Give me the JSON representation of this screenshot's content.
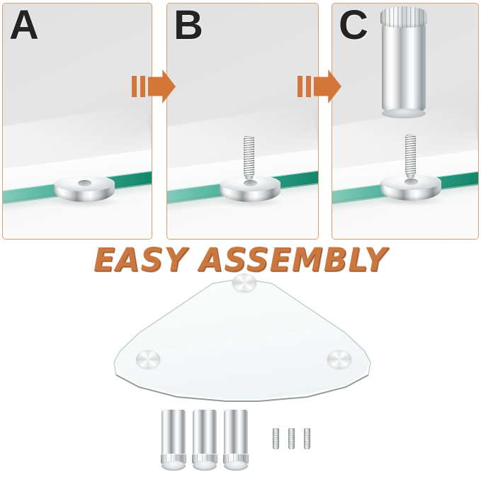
{
  "graphic": {
    "type": "product-assembly-infographic",
    "product": "Tempered glass corner shelf with chrome standoff mounting hardware",
    "background_color": "#ffffff",
    "accent_color": "#d4763a",
    "headline_color": "#cb7840",
    "panel_border_color": "#d8a071",
    "glass_edge_color": "#15886c",
    "chrome_color": "#d6dadc"
  },
  "headline": {
    "text": "EASY ASSEMBLY"
  },
  "steps": [
    {
      "letter": "A",
      "alt": "Chrome disc base mounted flush on the green-edged tempered glass shelf",
      "has_puck": true,
      "has_stud": false,
      "has_barrel": false
    },
    {
      "letter": "B",
      "alt": "Threaded stud screwed into the chrome disc base on the glass shelf",
      "has_puck": true,
      "has_stud": true,
      "has_barrel": false
    },
    {
      "letter": "C",
      "alt": "Tall chrome standoff barrel lowered onto the threaded stud and disc base",
      "has_puck": true,
      "has_stud": true,
      "has_barrel": true
    }
  ],
  "arrows": [
    {
      "name": "step-a-to-b",
      "direction": "right",
      "color": "#d4763a"
    },
    {
      "name": "step-b-to-c",
      "direction": "right",
      "color": "#d4763a"
    }
  ],
  "hero": {
    "alt": "Triangular corner glass shelf with three chrome mounting holes",
    "hole_count": 3,
    "holes": [
      {
        "position": "top"
      },
      {
        "position": "left"
      },
      {
        "position": "right"
      }
    ]
  },
  "hardware": {
    "standoffs": {
      "count": 3,
      "label": "Chrome standoff barrels"
    },
    "screws": {
      "count": 3,
      "label": "Threaded studs"
    },
    "standoff_items": [
      {
        "index": 1
      },
      {
        "index": 2
      },
      {
        "index": 3
      }
    ],
    "screw_items": [
      {
        "index": 1
      },
      {
        "index": 2
      },
      {
        "index": 3
      }
    ]
  }
}
